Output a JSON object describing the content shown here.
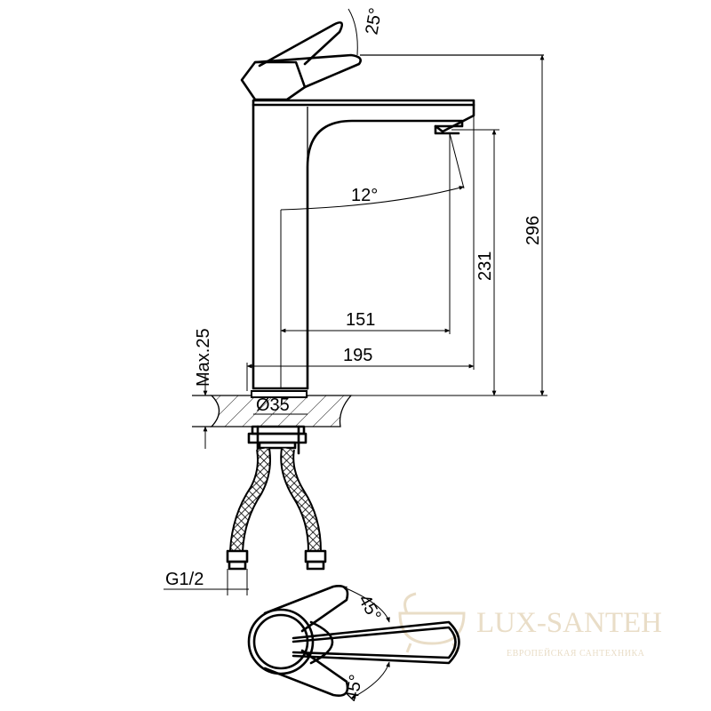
{
  "dimensions": {
    "lever_tilt": "25°",
    "spout_swivel": "12°",
    "spout_reach": "151",
    "base_to_spout_end": "195",
    "spout_height": "231",
    "total_height": "296",
    "deck_thickness": "Max.25",
    "base_diameter": "Ø35",
    "thread": "G1/2",
    "handle_angle_top": "45°",
    "handle_angle_bottom": "45°"
  },
  "watermark": {
    "brand": "LUX-SANTEH",
    "tagline": "ЕВРОПЕЙСКАЯ САНТЕХНИКА"
  }
}
